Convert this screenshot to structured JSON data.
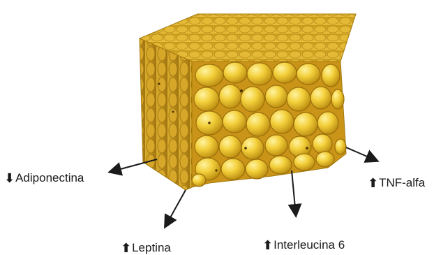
{
  "labels": [
    {
      "id": "adiponectina",
      "text": "Adiponectina",
      "direction": "down",
      "glyph": "⬇"
    },
    {
      "id": "tnf",
      "text": "TNF-alfa",
      "direction": "up",
      "glyph": "⬆"
    },
    {
      "id": "leptina",
      "text": "Leptina",
      "direction": "up",
      "glyph": "⬆"
    },
    {
      "id": "il6",
      "text": "Interleucina 6",
      "direction": "up",
      "glyph": "⬆"
    }
  ],
  "colors": {
    "fat_light": "#f7d64a",
    "fat_mid": "#e6b522",
    "fat_dark": "#a67a0c",
    "arrow": "#1a1a1a"
  },
  "icons": {
    "up": "arrow-up-icon",
    "down": "arrow-down-icon"
  }
}
